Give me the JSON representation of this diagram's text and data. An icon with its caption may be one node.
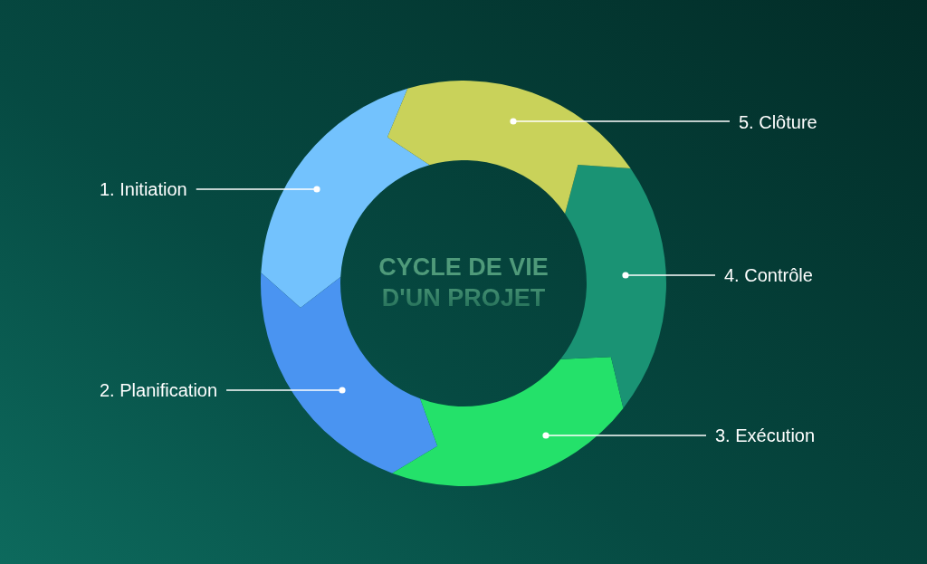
{
  "diagram": {
    "title": "CYCLE DE VIE D'UN PROJET",
    "nodes": [
      {
        "text": [
          "1. Initiation"
        ]
      },
      {
        "text": [
          "2. Planification"
        ]
      },
      {
        "text": [
          "3. Exécution"
        ]
      },
      {
        "text": [
          "4. Contrôle"
        ]
      },
      {
        "text": [
          "5. Clôture"
        ]
      },
      {
        "text": [],
        "shape": "arrow"
      },
      {
        "text": [],
        "shape": "arrow"
      },
      {
        "text": [],
        "shape": "arrow"
      },
      {
        "text": [],
        "shape": "arrow"
      },
      {
        "text": [],
        "shape": "arrow"
      }
    ],
    "edges": [
      {
        "from": 0,
        "to": 5,
        "arrow": "other"
      },
      {
        "from": 1,
        "to": 6,
        "arrow": "other"
      },
      {
        "from": 2,
        "to": 7,
        "arrow": "other"
      },
      {
        "from": 3,
        "to": 8,
        "arrow": "other"
      },
      {
        "from": 4,
        "to": 9,
        "arrow": "other"
      }
    ]
  }
}
